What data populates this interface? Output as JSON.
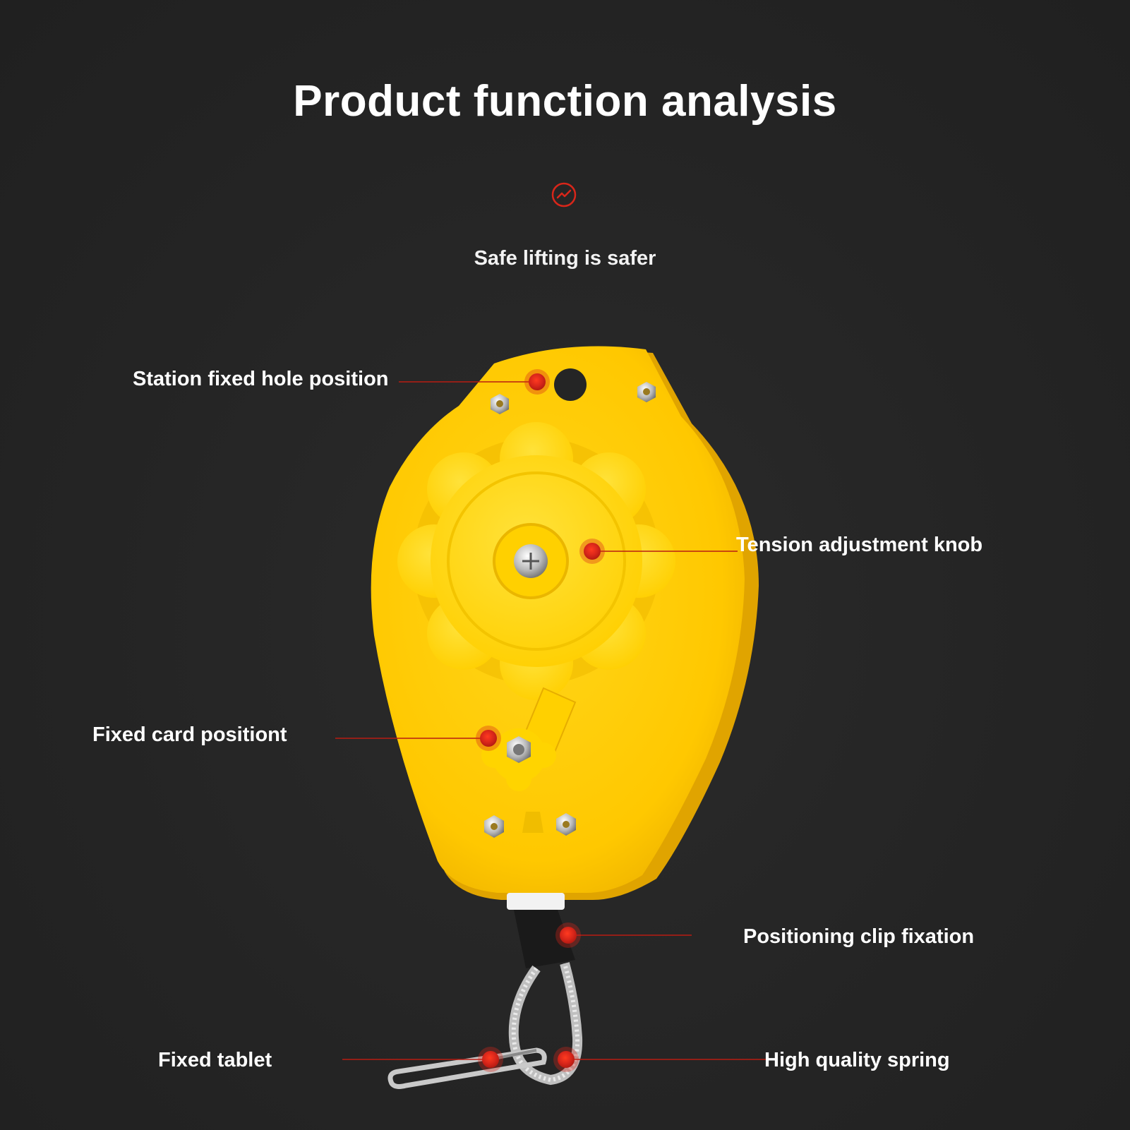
{
  "title": "Product function analysis",
  "subtitle": "Safe lifting is safer",
  "badge_icon": "trend-circle-icon",
  "accent_color": "#d8261a",
  "product_color": "#ffcc00",
  "callouts": [
    {
      "label": "Station fixed hole position"
    },
    {
      "label": "Tension adjustment knob"
    },
    {
      "label": "Fixed card positiont"
    },
    {
      "label": "Positioning clip fixation"
    },
    {
      "label": "Fixed tablet"
    },
    {
      "label": "High quality spring"
    }
  ]
}
